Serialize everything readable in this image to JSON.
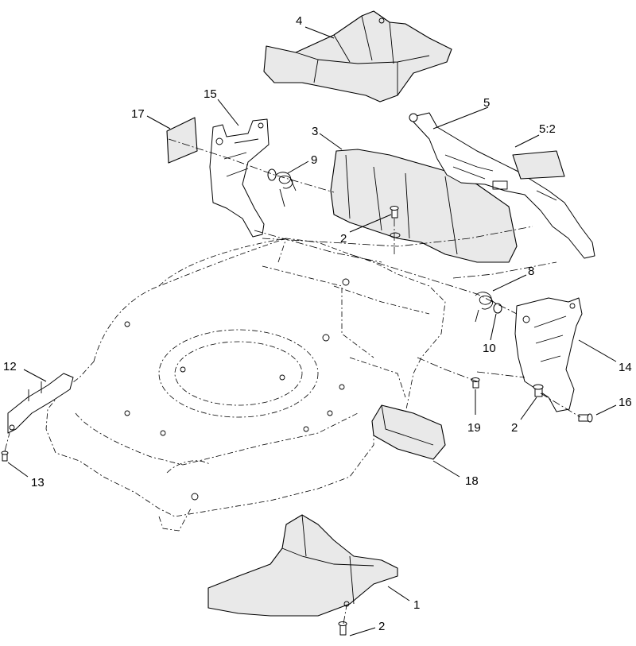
{
  "callouts": [
    {
      "id": "c4",
      "text": "4"
    },
    {
      "id": "c15",
      "text": "15"
    },
    {
      "id": "c17",
      "text": "17"
    },
    {
      "id": "c9",
      "text": "9"
    },
    {
      "id": "c3",
      "text": "3"
    },
    {
      "id": "c5",
      "text": "5"
    },
    {
      "id": "c52",
      "text": "5:2"
    },
    {
      "id": "c2a",
      "text": "2"
    },
    {
      "id": "c8",
      "text": "8"
    },
    {
      "id": "c10",
      "text": "10"
    },
    {
      "id": "c14",
      "text": "14"
    },
    {
      "id": "c12",
      "text": "12"
    },
    {
      "id": "c16",
      "text": "16"
    },
    {
      "id": "c19",
      "text": "19"
    },
    {
      "id": "c2b",
      "text": "2"
    },
    {
      "id": "c13",
      "text": "13"
    },
    {
      "id": "c18",
      "text": "18"
    },
    {
      "id": "c1",
      "text": "1"
    },
    {
      "id": "c2c",
      "text": "2"
    }
  ],
  "colors": {
    "line": "#000000",
    "part_fill": "#e9e9e9",
    "background": "#ffffff"
  }
}
